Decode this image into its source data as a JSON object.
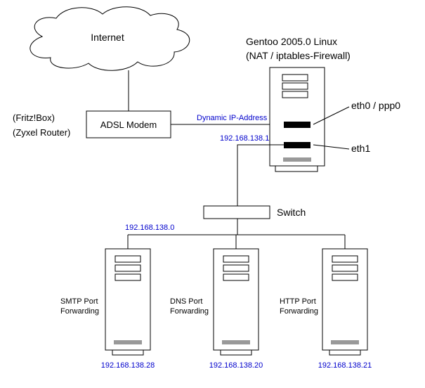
{
  "internet": {
    "label": "Internet"
  },
  "modem": {
    "label": "ADSL Modem",
    "alt1": "(Fritz!Box)",
    "alt2": "(Zyxel Router)"
  },
  "gateway": {
    "title1": "Gentoo 2005.0 Linux",
    "title2": "(NAT / iptables-Firewall)",
    "eth0": "eth0 / ppp0",
    "eth1": "eth1",
    "dynamic_ip": "Dynamic IP-Address",
    "eth1_ip": "192.168.138.1"
  },
  "switch": {
    "label": "Switch"
  },
  "network": {
    "label": "192.168.138.0"
  },
  "servers": [
    {
      "line1": "SMTP Port",
      "line2": "Forwarding",
      "ip": "192.168.138.28"
    },
    {
      "line1": "DNS Port",
      "line2": "Forwarding",
      "ip": "192.168.138.20"
    },
    {
      "line1": "HTTP Port",
      "line2": "Forwarding",
      "ip": "192.168.138.21"
    }
  ],
  "colors": {
    "ip_text": "#0000cc",
    "line": "#000000"
  }
}
